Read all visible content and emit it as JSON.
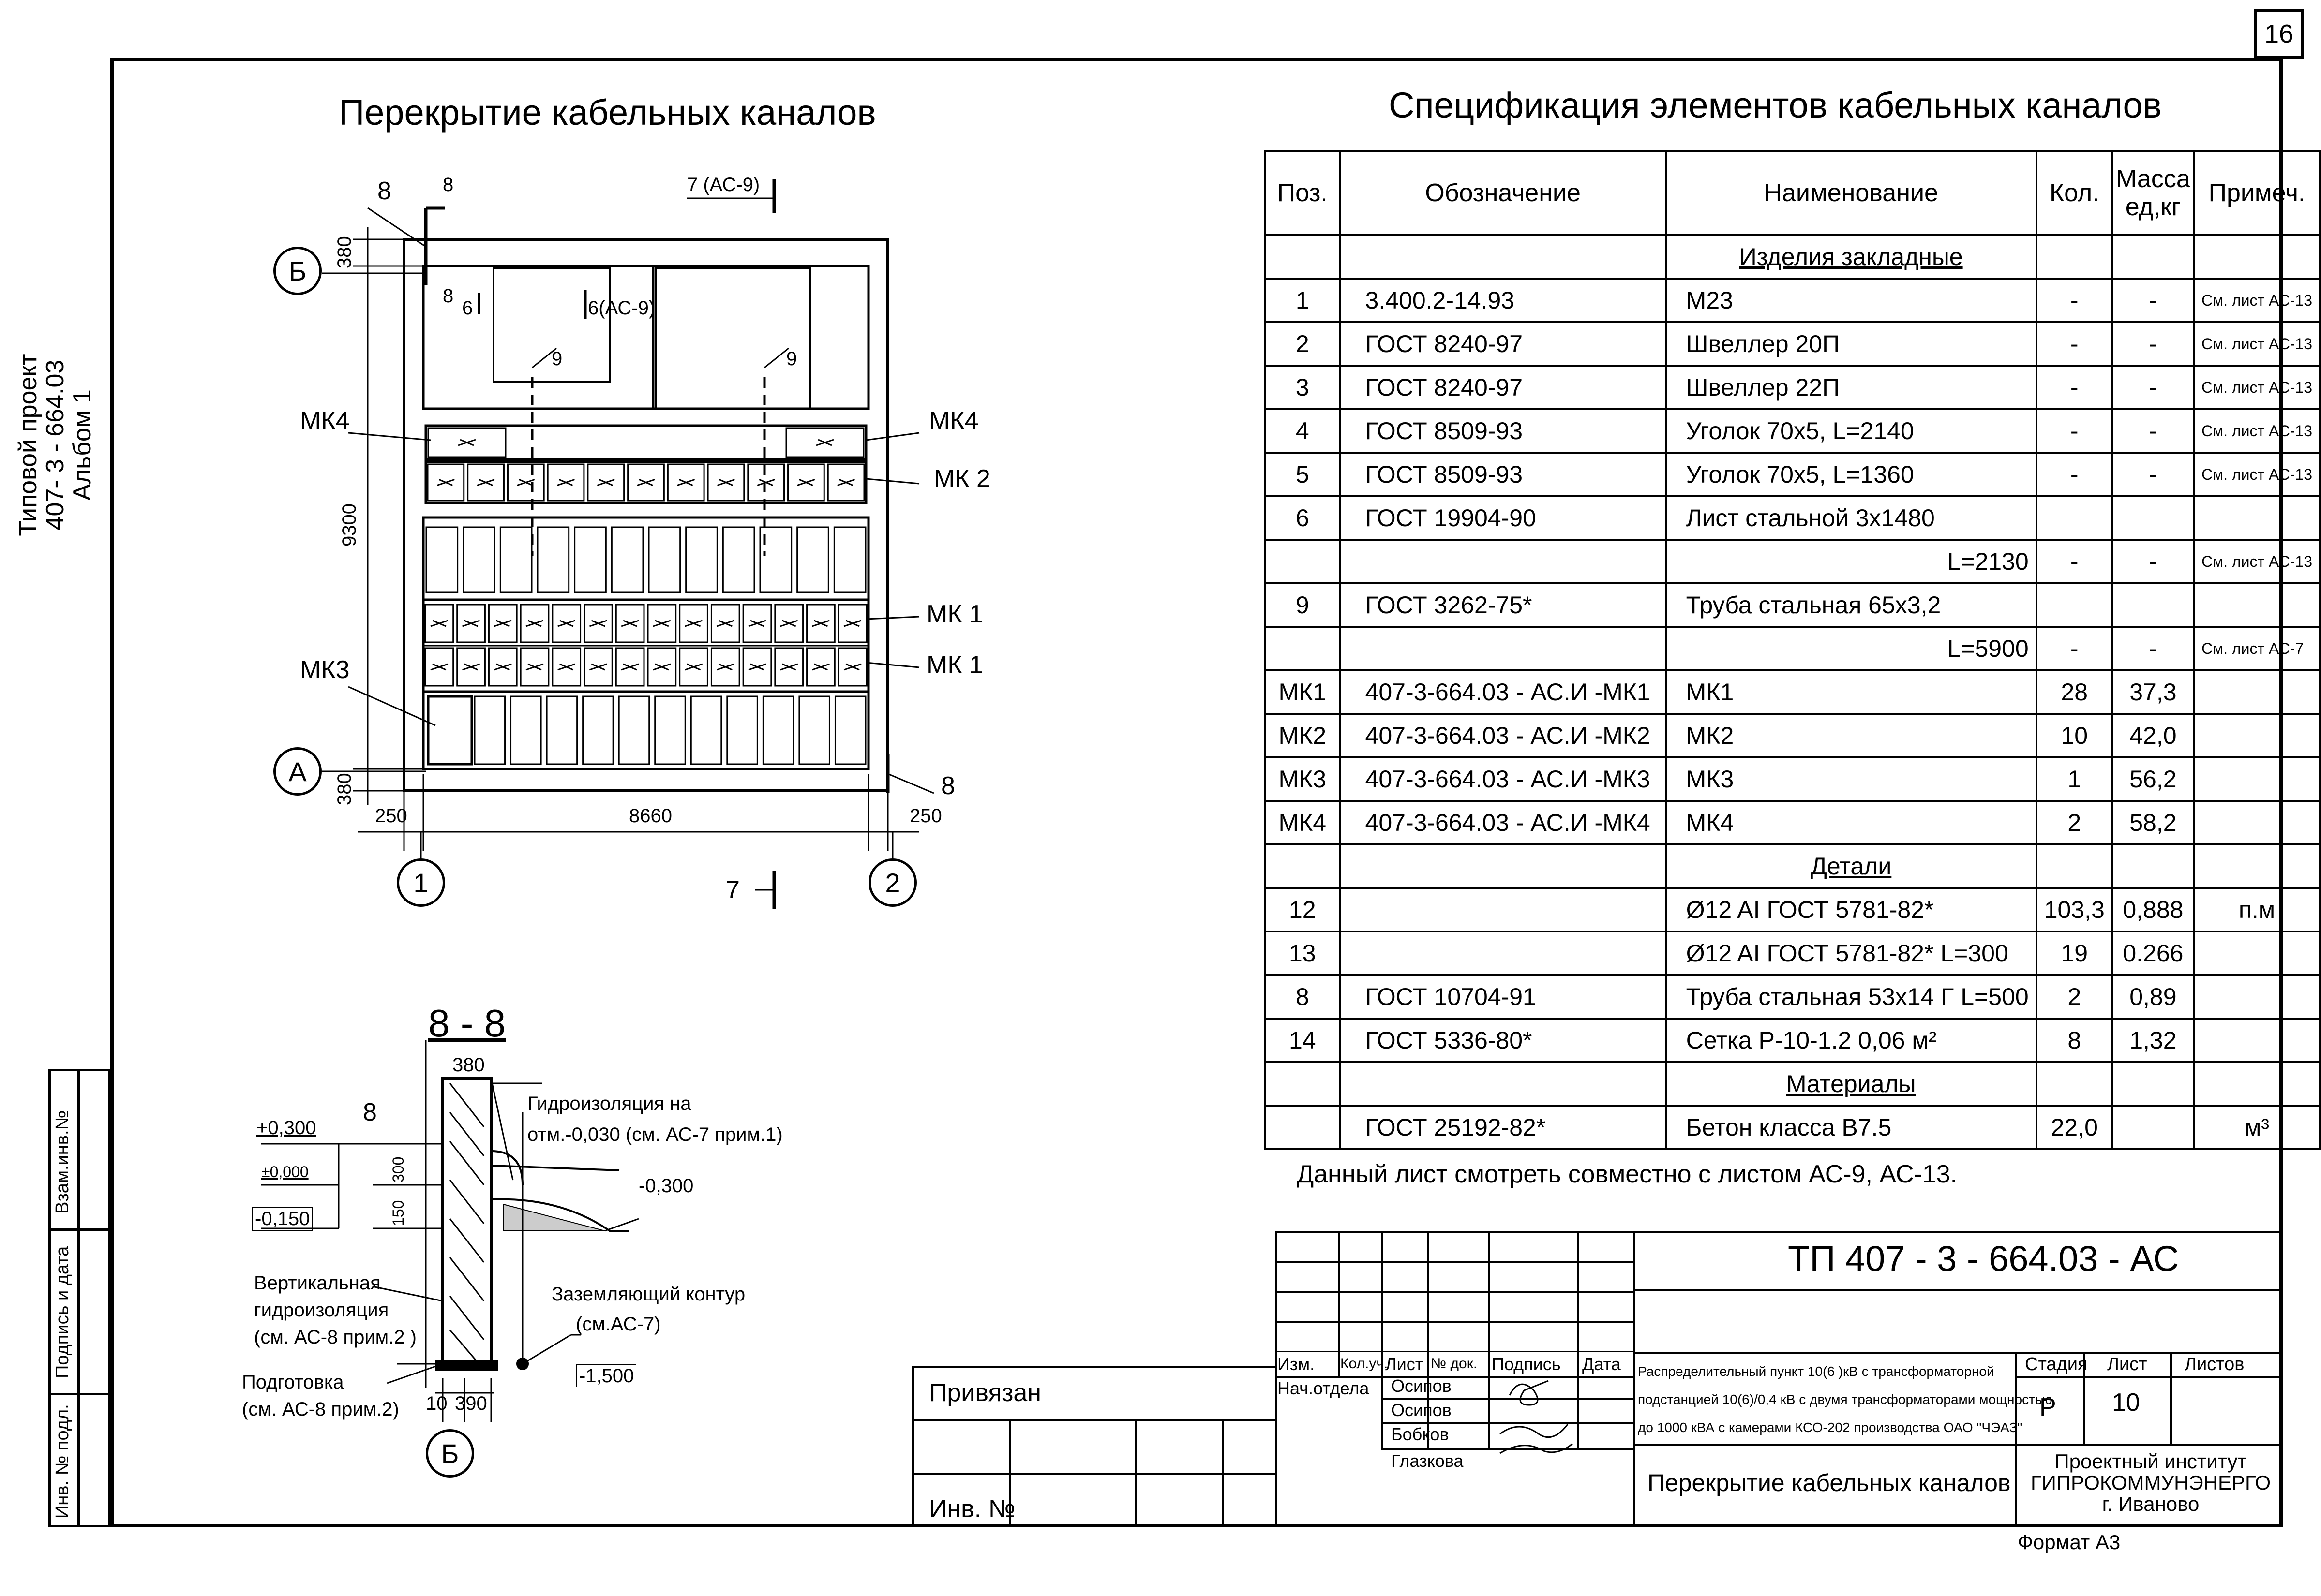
{
  "sheet_number": "16",
  "side_stamp": {
    "line1": "Типовой проект",
    "line2": "407- 3 - 664.03",
    "line3": "Альбом 1"
  },
  "left_strip": {
    "cell1": "Взам.инв.№",
    "cell2": "Подпись и дата",
    "cell3": "Инв. № подл."
  },
  "plan": {
    "title": "Перекрытие кабельных каналов",
    "axis_b": "Б",
    "axis_a": "А",
    "axis_1": "1",
    "axis_2": "2",
    "mk4_left": "МК4",
    "mk4_right": "МК4",
    "mk2": "МК 2",
    "mk1_a": "МК 1",
    "mk1_b": "МК 1",
    "mk3": "МК3",
    "dim_380_top": "380",
    "dim_380_bottom": "380",
    "dim_9300": "9300",
    "dim_250_left": "250",
    "dim_250_right": "250",
    "dim_8660": "8660",
    "section_8_top": "8",
    "section_8_top2": "8",
    "section_8_small": "8",
    "section_6": "6",
    "section_6_as9": "6(АС-9)",
    "section_7_as9": "7 (АС-9)",
    "pos_9_left": "9",
    "pos_9_right": "9",
    "section_8_bottom": "8",
    "section_7_bottom": "7"
  },
  "section": {
    "title": "8 - 8",
    "dim_380": "380",
    "pos_8": "8",
    "level_plus_300": "+0,300",
    "level_zero": "±0,000",
    "level_minus_150": "-0,150",
    "level_minus_300": "-0,300",
    "level_minus_1500": "-1,500",
    "dim_300": "300",
    "dim_150": "150",
    "dim_10": "10",
    "dim_390": "390",
    "axis_b": "Б",
    "note_waterproof_1": "Гидроизоляция на",
    "note_waterproof_2": "отм.-0,030 (см. АС-7 прим.1)",
    "note_vertical_1": "Вертикальная",
    "note_vertical_2": "гидроизоляция",
    "note_vertical_3": "(см. АС-8 прим.2 )",
    "note_ground_1": "Заземляющий контур",
    "note_ground_2": "(см.АС-7)",
    "note_prep_1": "Подготовка",
    "note_prep_2": "(см. АС-8 прим.2)"
  },
  "spec": {
    "title": "Спецификация элементов кабельных каналов",
    "headers": [
      "Поз.",
      "Обозначение",
      "Наименование",
      "Кол.",
      "Масса ед,кг",
      "Примеч."
    ],
    "rows": [
      {
        "pos": "",
        "designation": "",
        "name": "Изделия закладные",
        "qty": "",
        "mass": "",
        "note": "",
        "section": true
      },
      {
        "pos": "1",
        "designation": "3.400.2-14.93",
        "name": "М23",
        "qty": "-",
        "mass": "-",
        "note": "См. лист АС-13"
      },
      {
        "pos": "2",
        "designation": "ГОСТ 8240-97",
        "name": "Швеллер 20П",
        "qty": "-",
        "mass": "-",
        "note": "См. лист АС-13"
      },
      {
        "pos": "3",
        "designation": "ГОСТ 8240-97",
        "name": "Швеллер 22П",
        "qty": "-",
        "mass": "-",
        "note": "См. лист АС-13"
      },
      {
        "pos": "4",
        "designation": "ГОСТ 8509-93",
        "name": "Уголок  70х5, L=2140",
        "qty": "-",
        "mass": "-",
        "note": "См. лист АС-13"
      },
      {
        "pos": "5",
        "designation": "ГОСТ 8509-93",
        "name": "Уголок  70х5, L=1360",
        "qty": "-",
        "mass": "-",
        "note": "См. лист АС-13"
      },
      {
        "pos": "6",
        "designation": "ГОСТ 19904-90",
        "name": "Лист стальной 3х1480",
        "qty": "",
        "mass": "",
        "note": ""
      },
      {
        "pos": "",
        "designation": "",
        "name": "L=2130",
        "qty": "-",
        "mass": "-",
        "note": "См. лист АС-13",
        "right": true
      },
      {
        "pos": "9",
        "designation": "ГОСТ 3262-75*",
        "name": "Труба стальная 65х3,2",
        "qty": "",
        "mass": "",
        "note": ""
      },
      {
        "pos": "",
        "designation": "",
        "name": "L=5900",
        "qty": "-",
        "mass": "-",
        "note": "См. лист АС-7",
        "right": true
      },
      {
        "pos": "МК1",
        "designation": "407-3-664.03 - АС.И -МК1",
        "name": "МК1",
        "qty": "28",
        "mass": "37,3",
        "note": ""
      },
      {
        "pos": "МК2",
        "designation": "407-3-664.03 - АС.И -МК2",
        "name": "МК2",
        "qty": "10",
        "mass": "42,0",
        "note": ""
      },
      {
        "pos": "МК3",
        "designation": "407-3-664.03 - АС.И -МК3",
        "name": "МК3",
        "qty": "1",
        "mass": "56,2",
        "note": ""
      },
      {
        "pos": "МК4",
        "designation": "407-3-664.03 - АС.И -МК4",
        "name": "МК4",
        "qty": "2",
        "mass": "58,2",
        "note": ""
      },
      {
        "pos": "",
        "designation": "",
        "name": "Детали",
        "qty": "",
        "mass": "",
        "note": "",
        "section": true
      },
      {
        "pos": "12",
        "designation": "",
        "name": "Ø12 AI ГОСТ 5781-82*",
        "qty": "103,3",
        "mass": "0,888",
        "note": "п.м"
      },
      {
        "pos": "13",
        "designation": "",
        "name": "Ø12 AI ГОСТ 5781-82* L=300",
        "qty": "19",
        "mass": "0.266",
        "note": ""
      },
      {
        "pos": "8",
        "designation": "ГОСТ 10704-91",
        "name": "Труба стальная 53х14 Г  L=500",
        "qty": "2",
        "mass": "0,89",
        "note": ""
      },
      {
        "pos": "14",
        "designation": "ГОСТ 5336-80*",
        "name": "Сетка Р-10-1.2        0,06 м²",
        "qty": "8",
        "mass": "1,32",
        "note": ""
      },
      {
        "pos": "",
        "designation": "",
        "name": "Материалы",
        "qty": "",
        "mass": "",
        "note": "",
        "section": true
      },
      {
        "pos": "",
        "designation": "ГОСТ 25192-82*",
        "name": "Бетон класса В7.5",
        "qty": "22,0",
        "mass": "",
        "note": "м³"
      }
    ]
  },
  "note_text": "Данный лист смотреть совместно с листом  АС-9,  АС-13.",
  "title_block": {
    "code": "ТП   407 - 3 - 664.03 - АС",
    "h_izm": "Изм.",
    "h_kol": "Кол.уч.",
    "h_list": "Лист",
    "h_doc": "№ док.",
    "h_sign": "Подпись",
    "h_date": "Дата",
    "nach_otdela": "Нач.отдела",
    "name1": "Осипов",
    "name2": "Осипов",
    "name3": "Бобков",
    "name4": "Глазкова",
    "desc1": "Распределительный пункт 10(6 )кВ с трансформаторной",
    "desc2": "подстанцией 10(6)/0,4 кВ с двумя трансформаторами мощностью",
    "desc3": "до 1000 кВА с камерами КСО-202 производства ОАО \"ЧЭАЗ\"",
    "sheet_name": "Перекрытие кабельных каналов",
    "h_stage": "Стадия",
    "h_sheet": "Лист",
    "h_sheets": "Листов",
    "stage": "Р",
    "sheet": "10",
    "institute1": "Проектный институт",
    "institute2": "ГИПРОКОММУНЭНЕРГО",
    "institute3": "г. Иваново",
    "privyazan": "Привязан",
    "inv": "Инв. №",
    "format": "Формат А3"
  }
}
